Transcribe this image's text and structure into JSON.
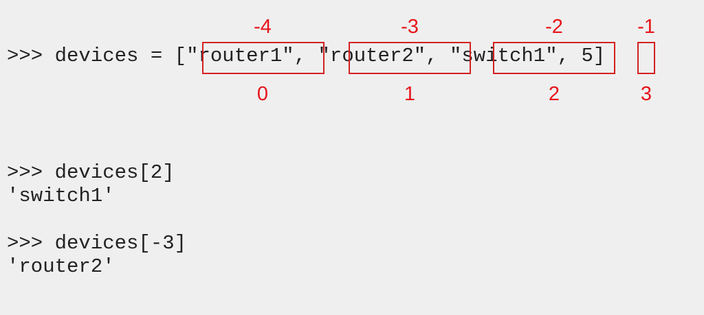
{
  "diagram": {
    "list_line": {
      "prompt": ">>> ",
      "name": "devices",
      "assign": " = ",
      "open_bracket": "[",
      "close_bracket": "]",
      "separator": ", ",
      "items": [
        "\"router1\"",
        "\"router2\"",
        "\"switch1\"",
        "5"
      ]
    },
    "negative_indices": [
      "-4",
      "-3",
      "-2",
      "-1"
    ],
    "positive_indices": [
      "0",
      "1",
      "2",
      "3"
    ],
    "examples": [
      {
        "command": ">>> devices[2]",
        "result": "'switch1'"
      },
      {
        "command": ">>> devices[-3]",
        "result": "'router2'"
      }
    ],
    "colors": {
      "background": "#efefef",
      "code_text": "#222222",
      "index_text": "#e8141b",
      "box_border": "#d42020"
    }
  }
}
